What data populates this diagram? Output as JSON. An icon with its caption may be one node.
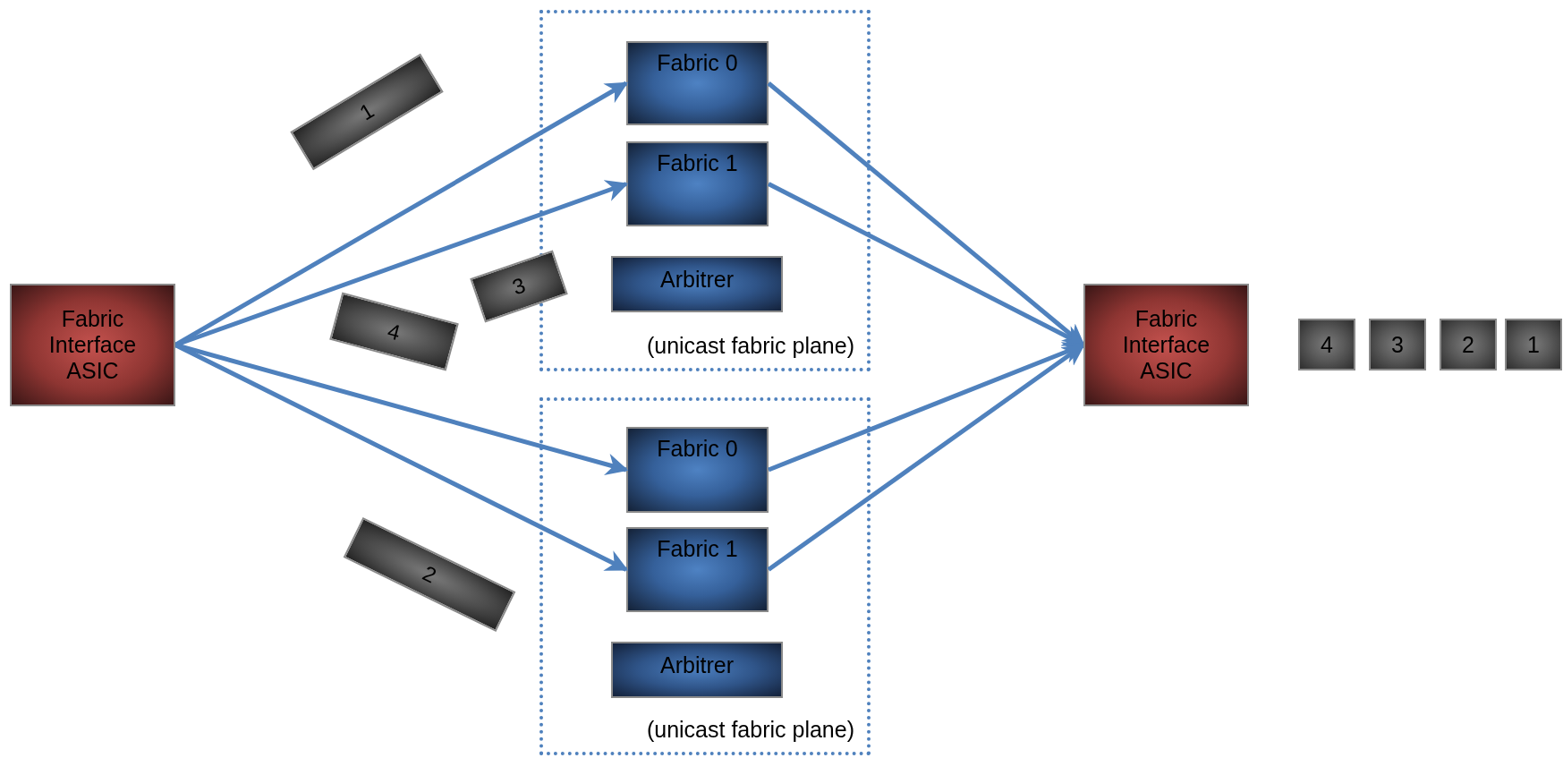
{
  "diagram": {
    "nodes": [
      {
        "text": [
          "Fabric Interface ASIC"
        ]
      },
      {
        "text": [
          "1"
        ]
      },
      {
        "text": [
          "3"
        ]
      },
      {
        "text": [
          "4"
        ]
      },
      {
        "text": [
          "2"
        ]
      },
      {
        "text": [
          "(unicast fabric plane)"
        ]
      },
      {
        "text": [
          "Fabric 0"
        ],
        "in": 5
      },
      {
        "text": [
          "Fabric 1"
        ],
        "in": 5
      },
      {
        "text": [
          "Arbitrer"
        ],
        "in": 5
      },
      {
        "text": [
          "(unicast fabric plane)"
        ]
      },
      {
        "text": [
          "Fabric 0"
        ],
        "in": 9
      },
      {
        "text": [
          "Fabric 1"
        ],
        "in": 9
      },
      {
        "text": [
          "Arbitrer"
        ],
        "in": 9
      },
      {
        "text": [
          "Fabric Interface ASIC"
        ]
      },
      {
        "text": [
          "4"
        ]
      },
      {
        "text": [
          "3"
        ]
      },
      {
        "text": [
          "2"
        ]
      },
      {
        "text": [
          "1"
        ]
      }
    ],
    "edges": [
      {
        "from": 0,
        "to": 6,
        "arrow": "to"
      },
      {
        "from": 0,
        "to": 7,
        "arrow": "to"
      },
      {
        "from": 0,
        "to": 10,
        "arrow": "to"
      },
      {
        "from": 0,
        "to": 11,
        "arrow": "to"
      },
      {
        "from": 6,
        "to": 13,
        "arrow": "to"
      },
      {
        "from": 7,
        "to": 13,
        "arrow": "to"
      },
      {
        "from": 10,
        "to": 13,
        "arrow": "to"
      },
      {
        "from": 11,
        "to": 13,
        "arrow": "to"
      }
    ]
  }
}
